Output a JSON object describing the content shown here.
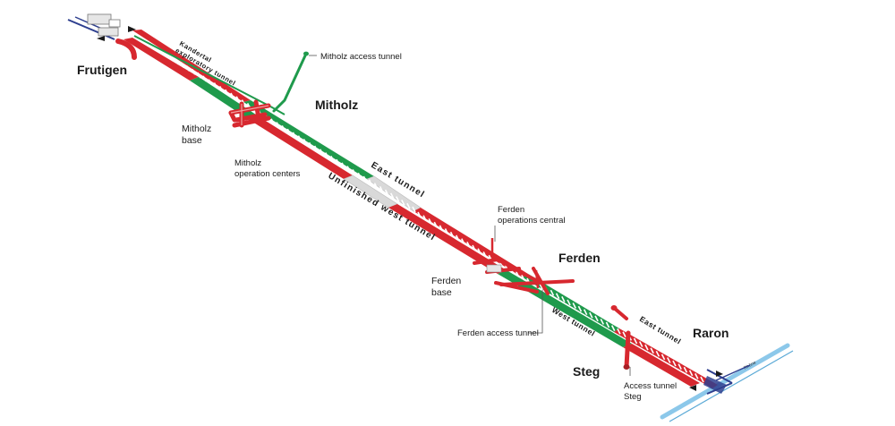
{
  "labels": {
    "frutigen": "Frutigen",
    "kandertal": "Kandertal exploratory tunnel",
    "mitholz_access": "Mitholz access tunnel",
    "mitholz": "Mitholz",
    "mitholz_base": [
      "Mitholz",
      "base"
    ],
    "mitholz_ops": [
      "Mitholz",
      "operation centers"
    ],
    "east_tunnel_1": "East tunnel",
    "unfinished_west": "Unfinished west tunnel",
    "ferden_ops": [
      "Ferden",
      "operations central"
    ],
    "ferden": "Ferden",
    "ferden_base": [
      "Ferden",
      "base"
    ],
    "ferden_access": "Ferden access tunnel",
    "west_tunnel": "West tunnel",
    "east_tunnel_2": "East tunnel",
    "raron": "Raron",
    "steg": "Steg",
    "access_steg": [
      "Access tunnel",
      "Steg"
    ],
    "river": "Rhône"
  },
  "colors": {
    "red": "#d7282f",
    "green": "#1f9a4c",
    "grey": "#d9d9d9",
    "river": "#8cc8ea",
    "road": "#2e3f8f",
    "tie": "#ffffff",
    "text": "#1a1a1a"
  }
}
